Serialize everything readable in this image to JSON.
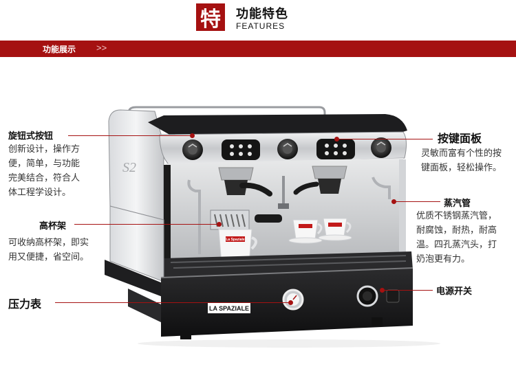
{
  "header": {
    "badge": "特",
    "title": "功能特色",
    "subtitle": "FEATURES"
  },
  "section_bar": {
    "label": "功能展示",
    "arrows": ">>"
  },
  "features": {
    "knob": {
      "title": "旋钮式按钮",
      "desc_lines": [
        "创新设计，操作方",
        "便，简单，与功能",
        "完美结合，符合人",
        "体工程学设计。"
      ]
    },
    "keypad": {
      "title": "按键面板",
      "desc_lines": [
        "灵敏而富有个性的按",
        "键面板，轻松操作。"
      ]
    },
    "cup_rack": {
      "title": "高杯架",
      "desc_lines": [
        "可收纳高杯架，即实",
        "用又便捷，省空间。"
      ]
    },
    "steam": {
      "title": "蒸汽管",
      "desc_lines": [
        "优质不锈钢蒸汽管，",
        "耐腐蚀，耐热，耐高",
        "温。四孔蒸汽头，打",
        "奶泡更有力。"
      ]
    },
    "gauge": {
      "title": "压力表"
    },
    "power": {
      "title": "电源开关"
    }
  },
  "machine": {
    "model_mark": "S2",
    "brand": "LA SPAZIALE",
    "cup_brand": "La Spaziale"
  },
  "colors": {
    "accent": "#a51111",
    "steel": "#c9cbce",
    "body_dark": "#1c1c1c"
  }
}
